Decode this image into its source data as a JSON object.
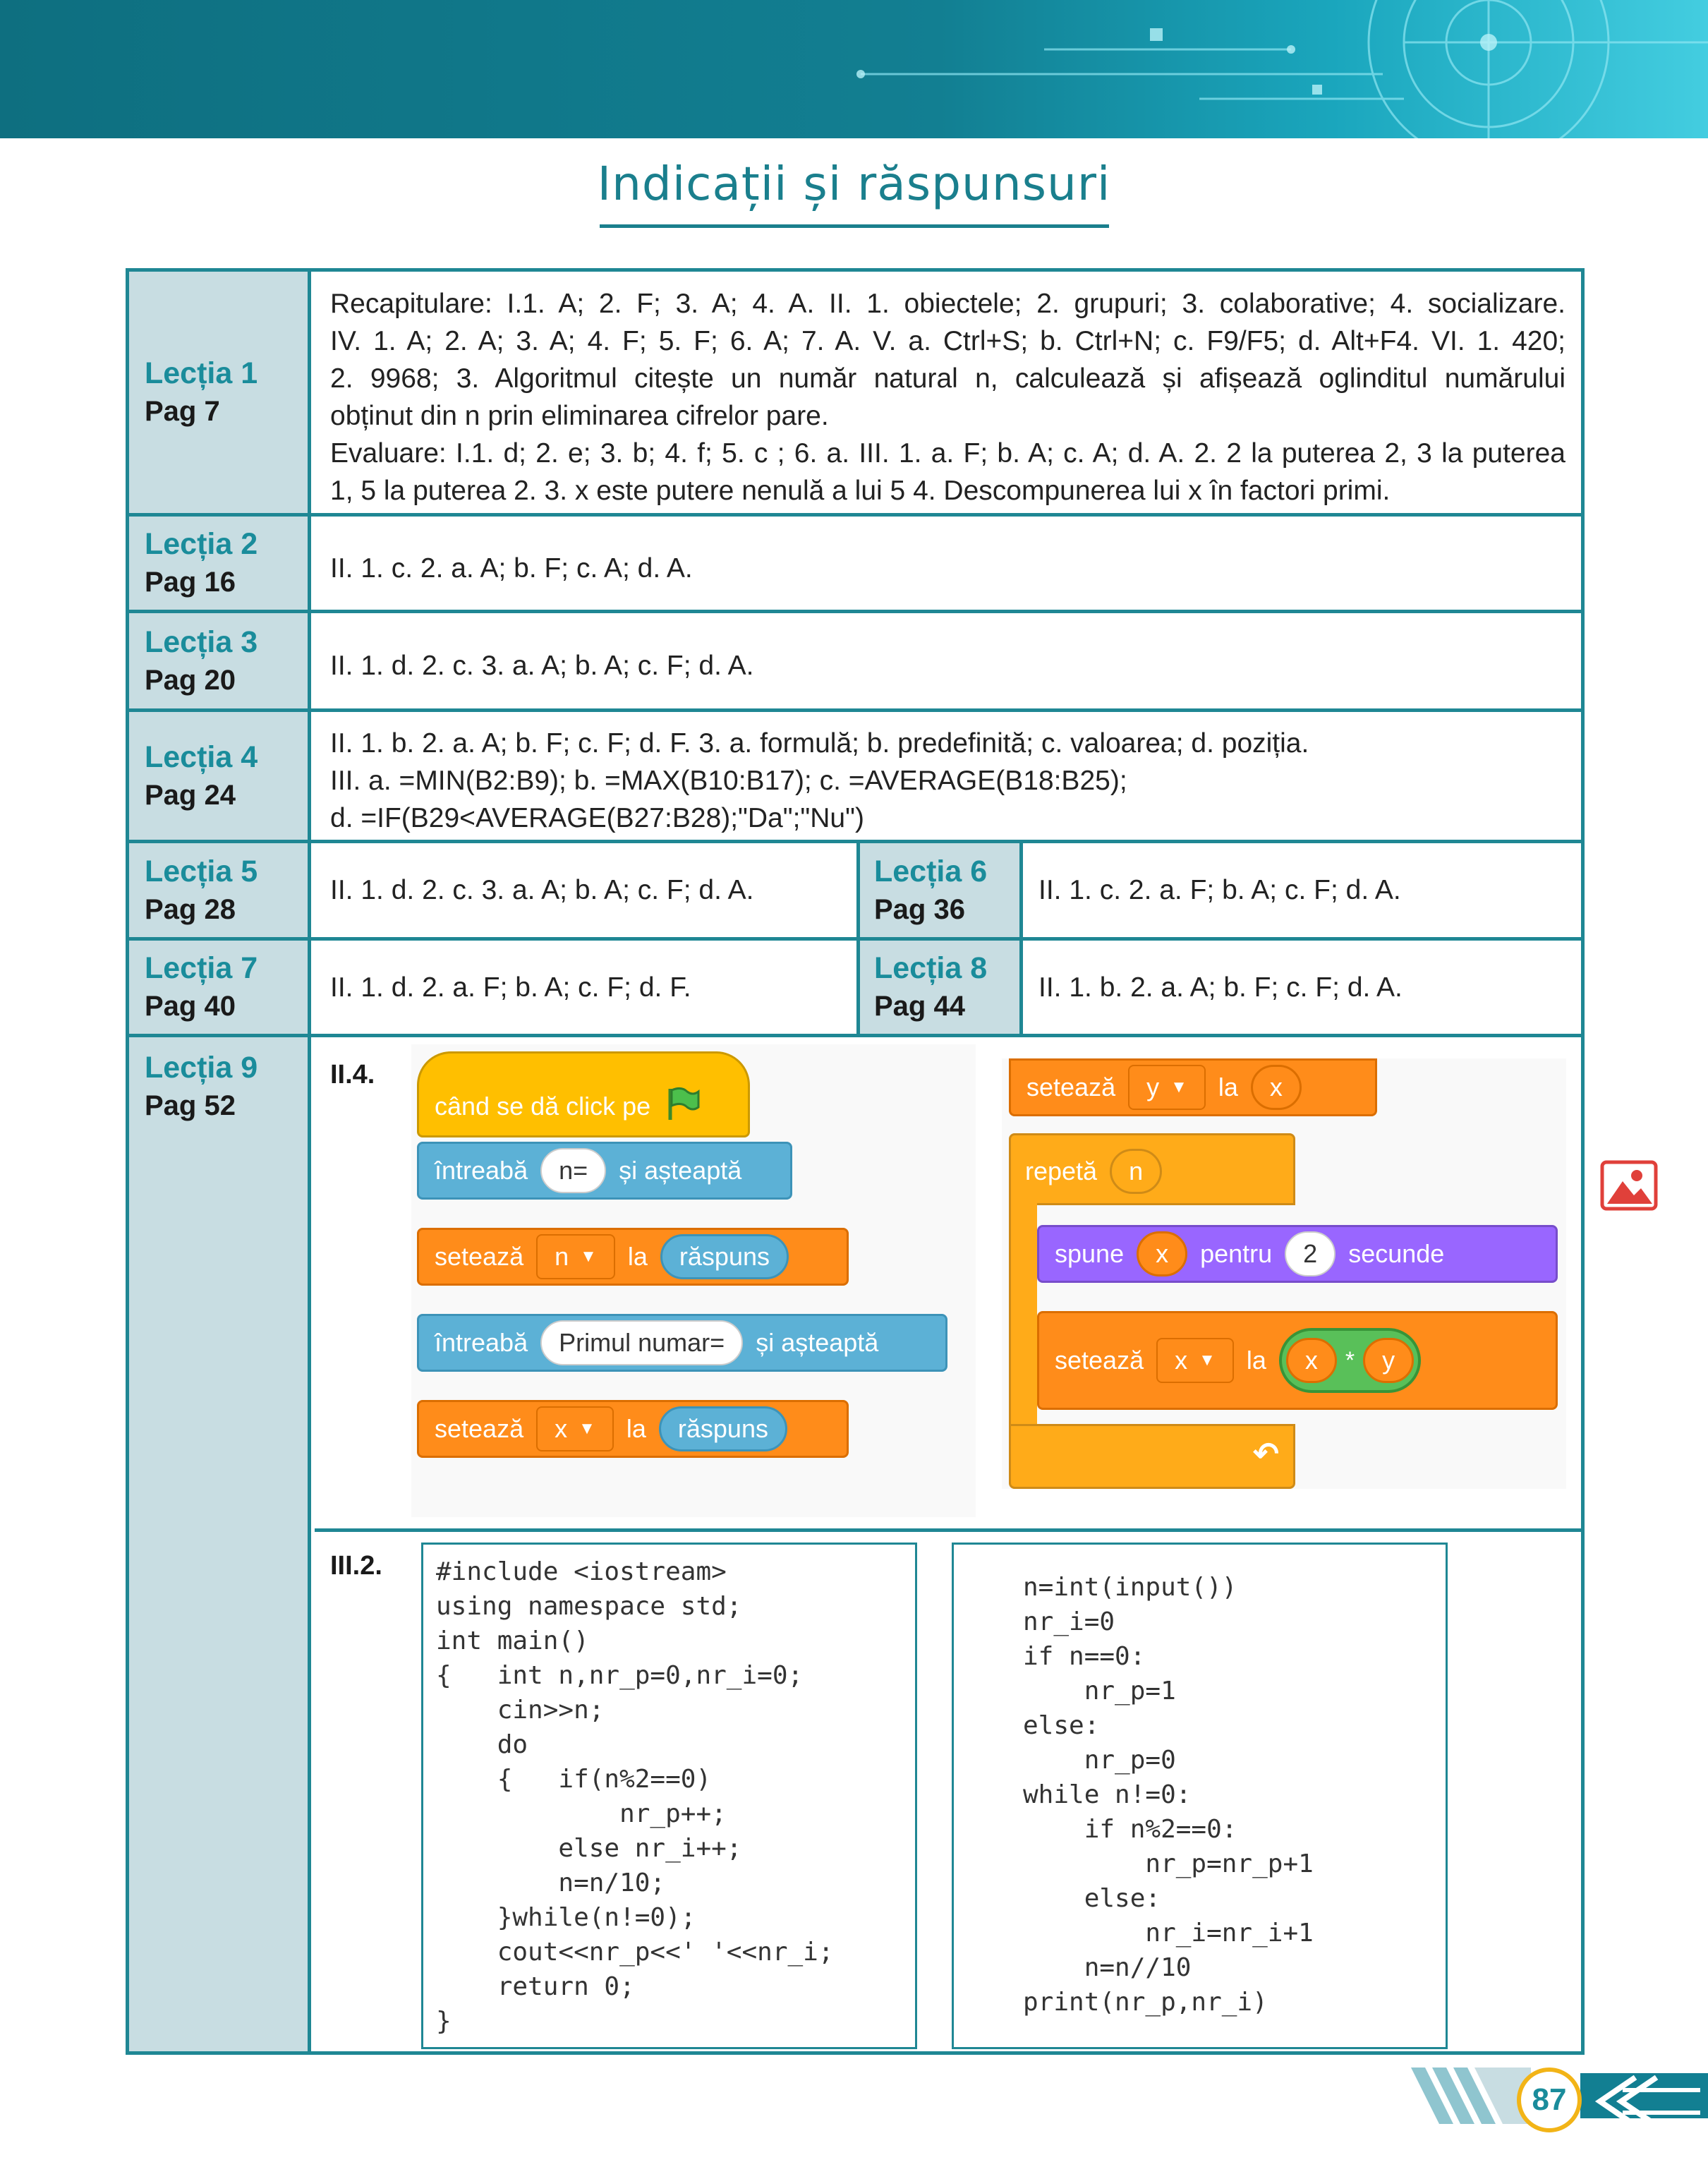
{
  "page_title": "Indicații și răspunsuri",
  "page_number": "87",
  "rows": {
    "l1": {
      "name": "Lecția 1",
      "pag": "Pag 7"
    },
    "l2": {
      "name": "Lecția 2",
      "pag": "Pag 16",
      "answer": "II. 1. c. 2. a. A; b. F; c. A; d. A."
    },
    "l3": {
      "name": "Lecția 3",
      "pag": "Pag 20",
      "answer": "II. 1. d. 2. c. 3. a. A; b. A; c. F; d. A."
    },
    "l4": {
      "name": "Lecția 4",
      "pag": "Pag 24"
    },
    "l5": {
      "name": "Lecția 5",
      "pag": "Pag 28",
      "answer": "II. 1. d. 2. c. 3. a. A; b. A; c. F; d. A."
    },
    "l6": {
      "name": "Lecția 6",
      "pag": "Pag 36",
      "answer": "II. 1. c. 2. a. F; b. A; c. F; d. A."
    },
    "l7": {
      "name": "Lecția 7",
      "pag": "Pag 40",
      "answer": "II. 1. d. 2. a. F; b. A; c. F; d. F."
    },
    "l8": {
      "name": "Lecția 8",
      "pag": "Pag 44",
      "answer": "II. 1. b. 2. a. A; b. F; c. F; d. A."
    },
    "l9": {
      "name": "Lecția 9",
      "pag": "Pag 52",
      "label_ii4": "II.4.",
      "label_iii2": "III.2."
    }
  },
  "l1_text": {
    "line1": "Recapitulare: I.1. A; 2. F; 3. A; 4. A. II. 1. obiectele; 2. grupuri; 3. colaborative; 4. socializare.",
    "line2": "IV. 1. A; 2. A; 3. A; 4. F; 5. F; 6. A; 7. A. V. a. Ctrl+S; b. Ctrl+N; c. F9/F5; d. Alt+F4. VI. 1. 420;",
    "line3": "2. 9968; 3. Algoritmul citește un număr natural n, calculează și afișează oglinditul numărului",
    "line4": "obținut din n prin eliminarea cifrelor pare.",
    "line5": "Evaluare: I.1. d; 2. e; 3. b; 4. f; 5. c ; 6. a. III. 1. a. F; b. A; c. A; d. A. 2. 2 la puterea 2, 3 la puterea",
    "line6": "1, 5 la puterea 2. 3. x este putere nenulă a lui 5 4. Descompunerea lui x în factori primi."
  },
  "l4_text": {
    "line1": "II. 1. b. 2. a. A; b. F; c. F; d. F. 3. a. formulă; b. predefinită; c. valoarea; d. poziția.",
    "line2": "III. a. =MIN(B2:B9); b. =MAX(B10:B17); c. =AVERAGE(B18:B25);",
    "line3": "d. =IF(B29<AVERAGE(B27:B28);\"Da\";\"Nu\")"
  },
  "scratch_left": {
    "when_flag": "când se dă click pe",
    "ask1_a": "întreabă",
    "ask1_b": "n=",
    "ask1_c": "și așteaptă",
    "set1_a": "setează",
    "set1_b": "n",
    "set1_c": "la",
    "set1_d": "răspuns",
    "ask2_a": "întreabă",
    "ask2_b": "Primul numar=",
    "ask2_c": "și așteaptă",
    "set2_a": "setează",
    "set2_b": "x",
    "set2_c": "la",
    "set2_d": "răspuns"
  },
  "scratch_right": {
    "set_a": "setează",
    "set_b": "y",
    "set_c": "la",
    "set_d": "x",
    "repeat_a": "repetă",
    "repeat_b": "n",
    "say_a": "spune",
    "say_b": "x",
    "say_c": "pentru",
    "say_d": "2",
    "say_e": "secunde",
    "set3_a": "setează",
    "set3_b": "x",
    "set3_c": "la",
    "set3_d": "x",
    "set3_e": "*",
    "set3_f": "y"
  },
  "cpp_code": [
    "#include <iostream>",
    "using namespace std;",
    "int main()",
    "{   int n,nr_p=0,nr_i=0;",
    "    cin>>n;",
    "    do",
    "    {   if(n%2==0)",
    "            nr_p++;",
    "        else nr_i++;",
    "        n=n/10;",
    "    }while(n!=0);",
    "    cout<<nr_p<<' '<<nr_i;",
    "    return 0;",
    "}"
  ],
  "py_code": [
    "n=int(input())",
    "nr_i=0",
    "if n==0:",
    "    nr_p=1",
    "else:",
    "    nr_p=0",
    "while n!=0:",
    "    if n%2==0:",
    "        nr_p=nr_p+1",
    "    else:",
    "        nr_i=nr_i+1",
    "    n=n//10",
    "print(nr_p,nr_i)"
  ],
  "colors": {
    "teal": "#1a8c9b",
    "header": "#127f92",
    "label_bg": "#c8dde2",
    "page_circle": "#f2b417"
  },
  "icons": [
    "image-icon",
    "green-flag-icon",
    "dropdown-arrow-icon",
    "loop-arrow-icon",
    "arrow-left-icon"
  ]
}
